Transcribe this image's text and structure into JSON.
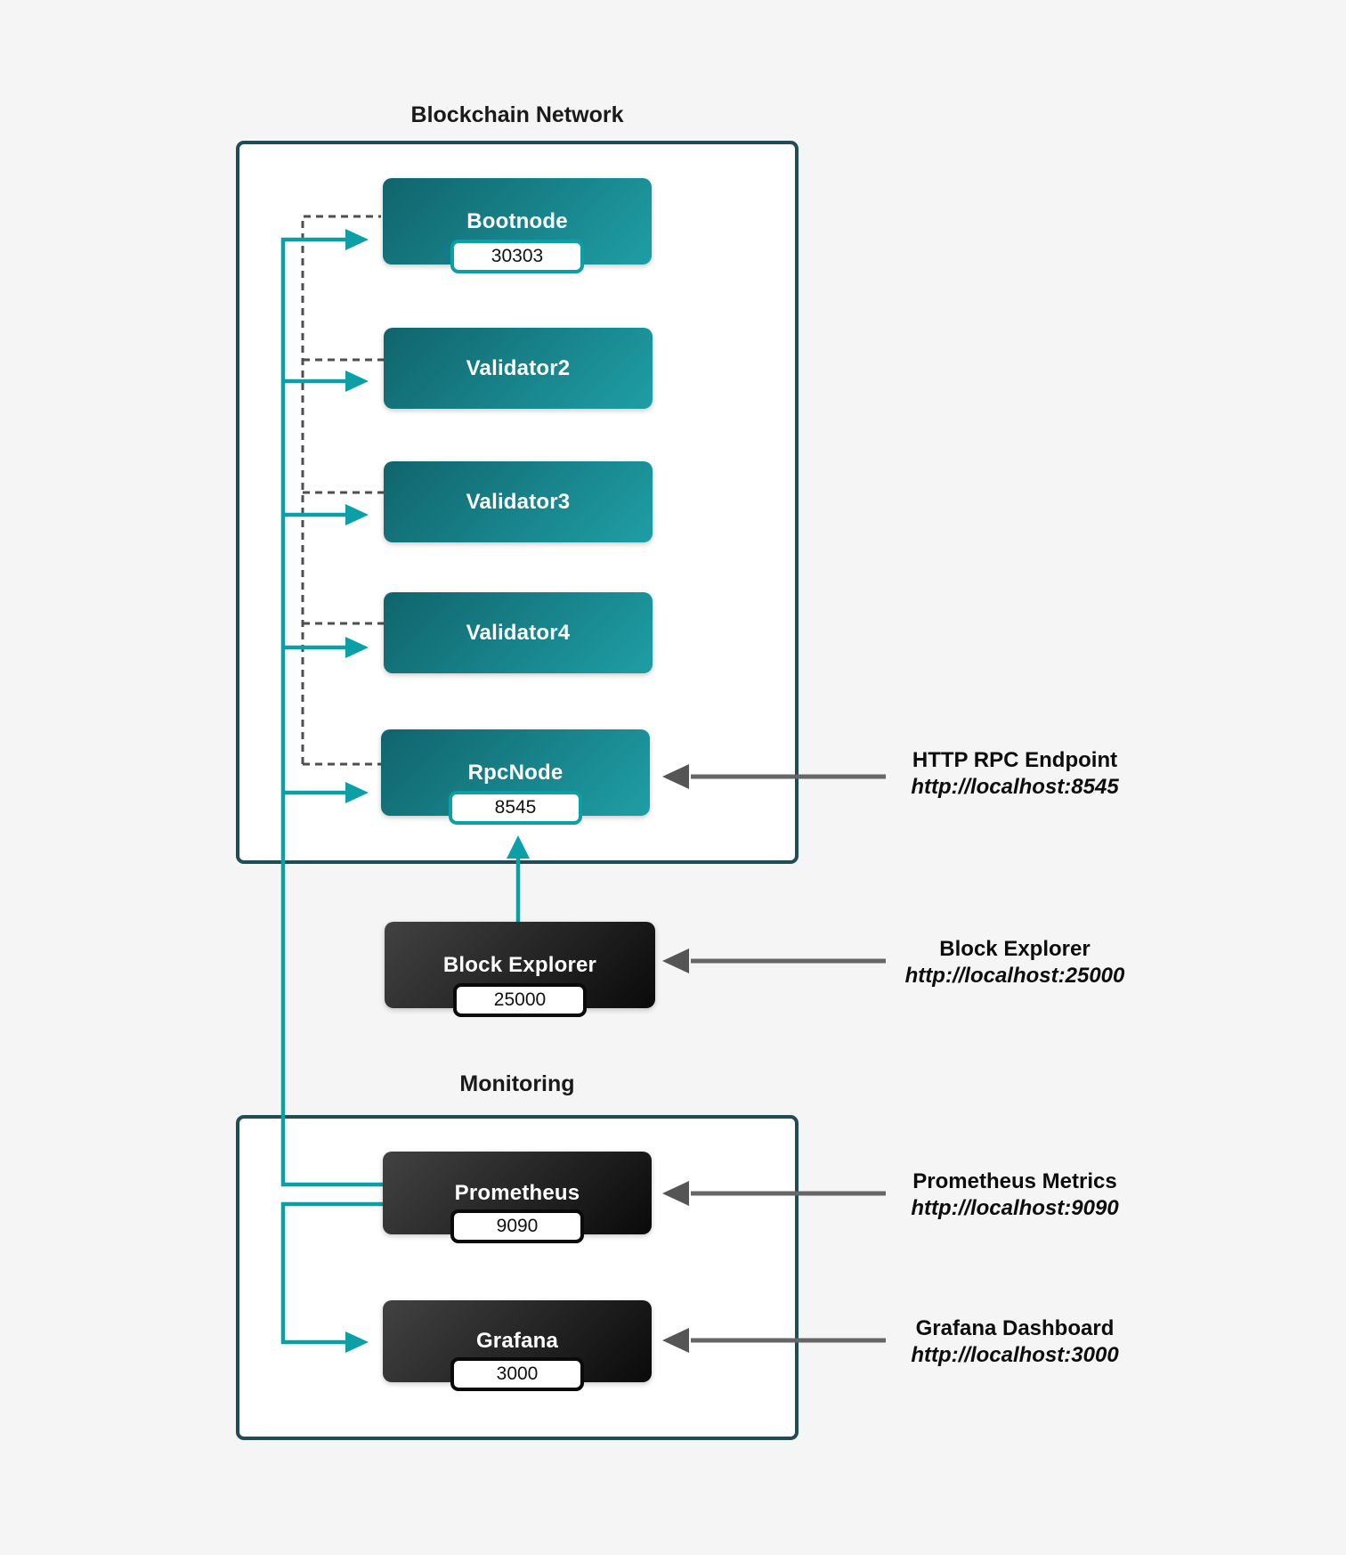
{
  "diagram": {
    "clusters": [
      {
        "id": "blockchain-network",
        "title": "Blockchain Network",
        "nodes": [
          {
            "id": "bootnode",
            "label": "Bootnode",
            "port": "30303",
            "style": "teal"
          },
          {
            "id": "validator2",
            "label": "Validator2",
            "port": "",
            "style": "teal"
          },
          {
            "id": "validator3",
            "label": "Validator3",
            "port": "",
            "style": "teal"
          },
          {
            "id": "validator4",
            "label": "Validator4",
            "port": "",
            "style": "teal"
          },
          {
            "id": "rpcnode",
            "label": "RpcNode",
            "port": "8545",
            "style": "teal"
          }
        ]
      },
      {
        "id": "monitoring",
        "title": "Monitoring",
        "nodes": [
          {
            "id": "prometheus",
            "label": "Prometheus",
            "port": "9090",
            "style": "dark"
          },
          {
            "id": "grafana",
            "label": "Grafana",
            "port": "3000",
            "style": "dark"
          }
        ]
      }
    ],
    "standalone_nodes": [
      {
        "id": "block-explorer",
        "label": "Block Explorer",
        "port": "25000",
        "style": "dark"
      }
    ],
    "annotations": [
      {
        "title": "HTTP RPC Endpoint",
        "url": "http://localhost:8545"
      },
      {
        "title": "Block Explorer",
        "url": "http://localhost:25000"
      },
      {
        "title": "Prometheus Metrics",
        "url": "http://localhost:9090"
      },
      {
        "title": "Grafana Dashboard",
        "url": "http://localhost:3000"
      }
    ],
    "colors": {
      "bg": "#f5f5f5",
      "cluster-border": "#204d55",
      "teal": "#0d9fa6",
      "teal-dark": "#10646c",
      "teal-light": "#1f9ea5",
      "dashed-line": "#4f4f4f",
      "gray-line": "#666666",
      "gray-head": "#555555"
    }
  }
}
